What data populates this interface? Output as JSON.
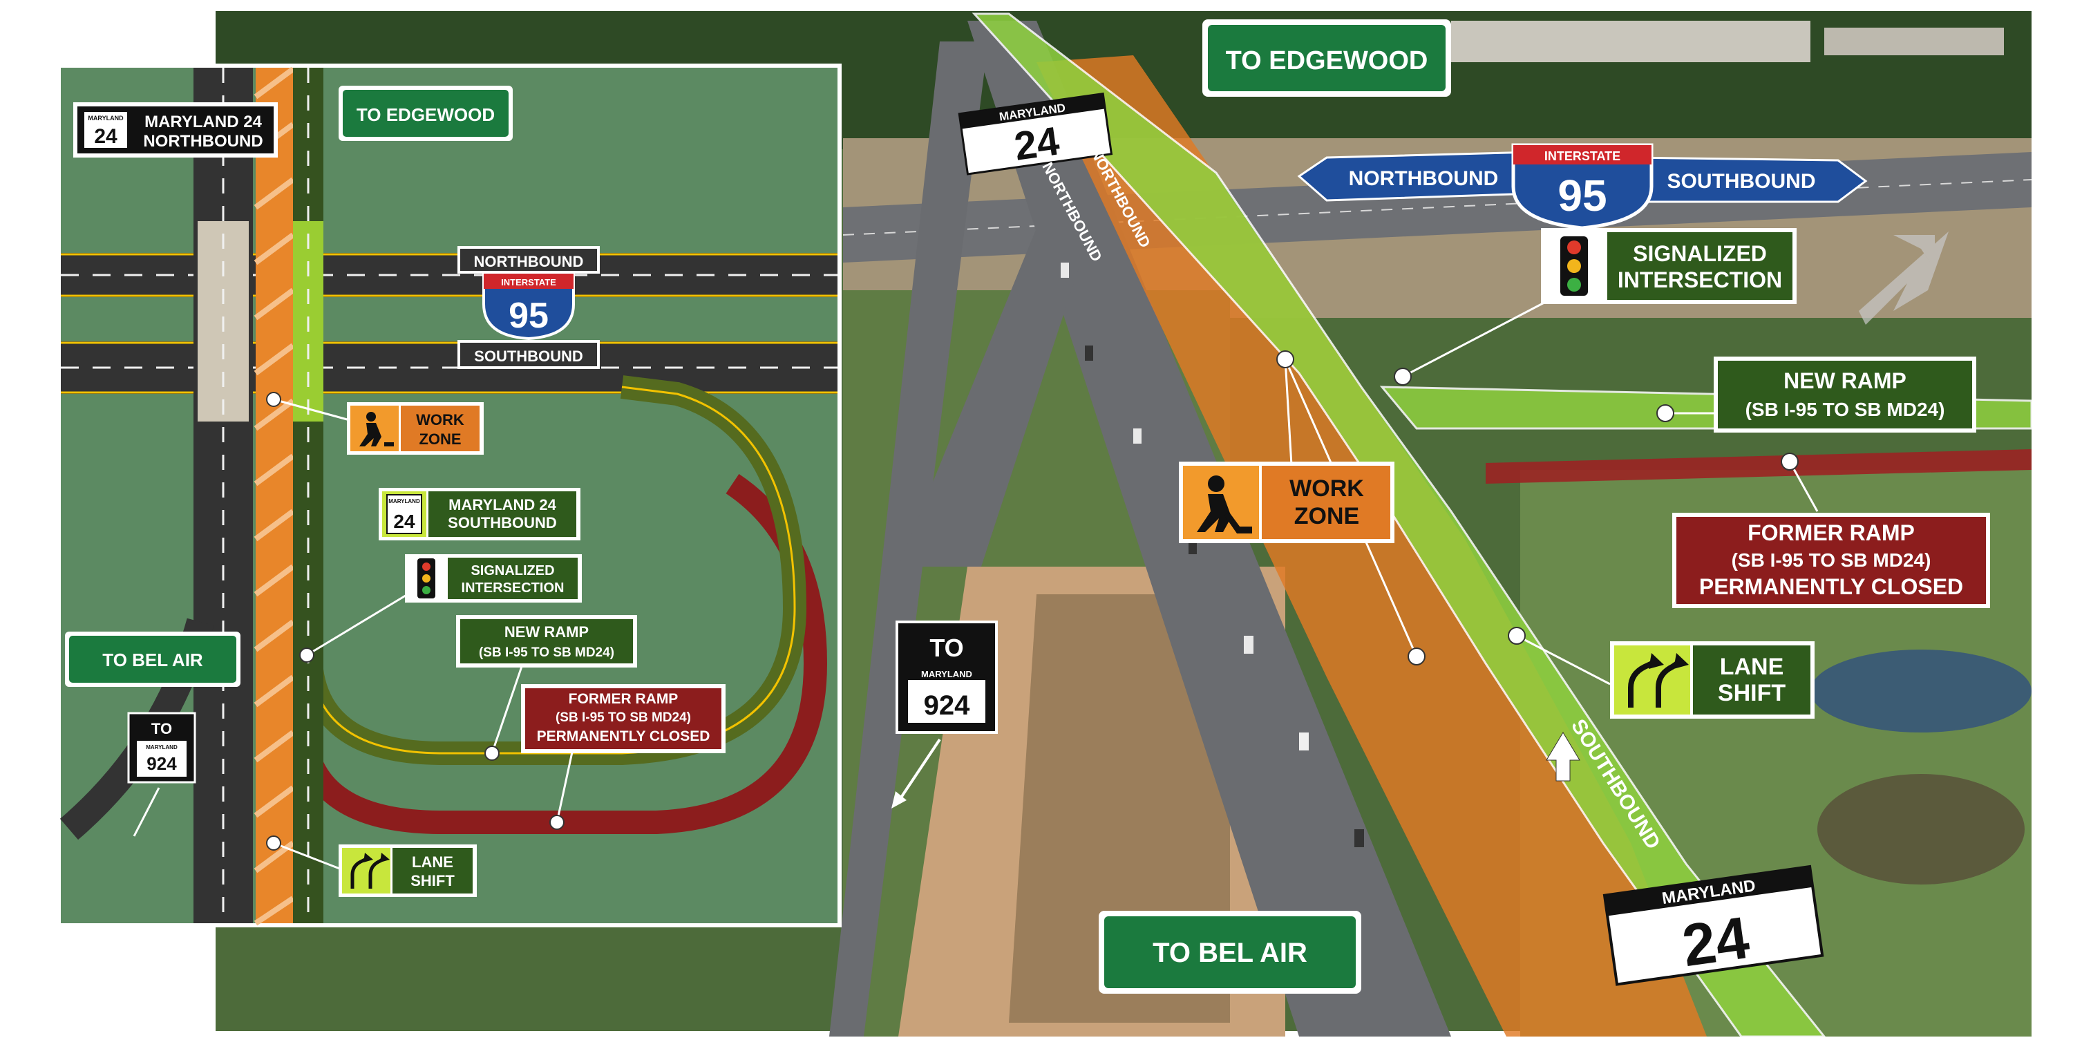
{
  "labels": {
    "to_edgewood": "TO EDGEWOOD",
    "to_bel_air": "TO BEL AIR",
    "work_zone_line1": "WORK",
    "work_zone_line2": "ZONE",
    "signalized_line1": "SIGNALIZED",
    "signalized_line2": "INTERSECTION",
    "new_ramp_line1": "NEW RAMP",
    "new_ramp_line2": "(SB I-95 TO SB MD24)",
    "former_ramp_line1": "FORMER RAMP",
    "former_ramp_line2": "(SB I-95 TO SB MD24)",
    "former_ramp_line3": "PERMANENTLY CLOSED",
    "lane_shift_line1": "LANE",
    "lane_shift_line2": "SHIFT",
    "northbound": "NORTHBOUND",
    "southbound": "SOUTHBOUND",
    "md24_nb_line1": "MARYLAND 24",
    "md24_nb_line2": "NORTHBOUND",
    "md24_sb_line1": "MARYLAND 24",
    "md24_sb_line2": "SOUTHBOUND",
    "shield_maryland": "MARYLAND",
    "shield_interstate": "INTERSTATE",
    "route_24": "24",
    "route_95": "95",
    "route_924": "924",
    "to": "TO"
  },
  "colors": {
    "sign_green": "#1b7a3e",
    "dark_green_label": "#2f5a1c",
    "lime": "#9acd32",
    "work_orange": "#e8862a",
    "closed_red": "#8c1d1d",
    "interstate_blue": "#1f4e9c",
    "interstate_red": "#d0262b",
    "map_bg": "#5c8a62"
  },
  "icons": [
    "worker-icon",
    "traffic-signal-icon",
    "lane-shift-icon",
    "compass-north-icon"
  ]
}
